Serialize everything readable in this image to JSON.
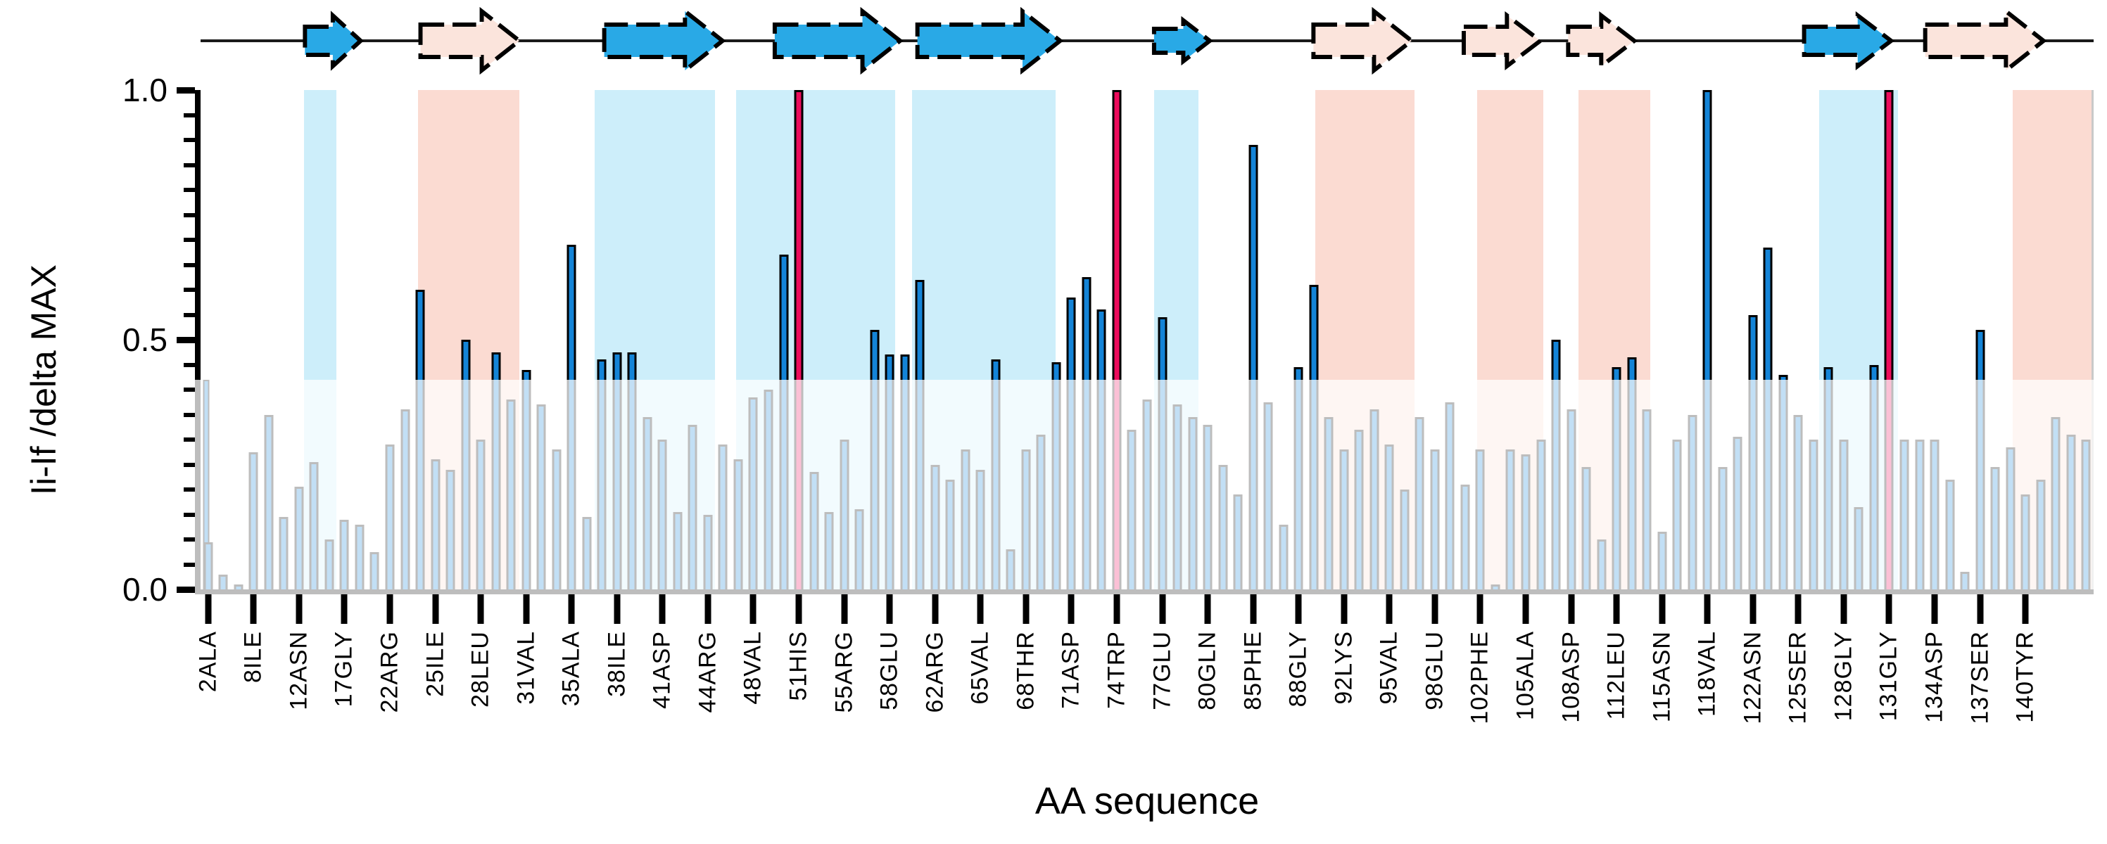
{
  "figure": {
    "y_axis_title": "Ii-If /delta MAX",
    "x_axis_title": "AA sequence",
    "y_tick_labels": [
      "0.0",
      "0.5",
      "1.0"
    ],
    "y_minor_step": 0.05
  },
  "colors": {
    "bar_blue": "#1484D7",
    "bar_crimson": "#ED0C5C",
    "bar_outline": "#000000",
    "band_blue": "#CDEEFA",
    "band_pink": "#FBDBD2",
    "arrow_blue": "#29A9E6",
    "arrow_pink": "#FBE4DC",
    "arrow_outline": "#000000",
    "muted_overlay": "rgba(255,255,255,0.74)"
  },
  "chart_data": {
    "type": "bar",
    "title": "",
    "xlabel": "AA sequence",
    "ylabel": "Ii-If /delta MAX",
    "ylim": [
      0,
      1
    ],
    "y_major_ticks": [
      0.0,
      0.5,
      1.0
    ],
    "highlight_threshold": 0.42,
    "tick_every_n_bars": 3,
    "tick_labels": [
      "2ALA",
      "8ILE",
      "12ASN",
      "17GLY",
      "22ARG",
      "25ILE",
      "28LEU",
      "31VAL",
      "35ALA",
      "38ILE",
      "41ASP",
      "44ARG",
      "48VAL",
      "51HIS",
      "55ARG",
      "58GLU",
      "62ARG",
      "65VAL",
      "68THR",
      "71ASP",
      "74TRP",
      "77GLU",
      "80GLN",
      "85PHE",
      "88GLY",
      "92LYS",
      "95VAL",
      "98GLU",
      "102PHE",
      "105ALA",
      "108ASP",
      "112LEU",
      "115ASN",
      "118VAL",
      "122ASN",
      "125SER",
      "128GLY",
      "131GLY",
      "134ASP",
      "137SER",
      "140TYR"
    ],
    "axis_hugging_first_bar": 0.42,
    "values": [
      0.095,
      0.03,
      0.01,
      0.275,
      0.35,
      0.145,
      0.205,
      0.255,
      0.1,
      0.14,
      0.13,
      0.075,
      0.29,
      0.36,
      0.6,
      0.26,
      0.24,
      0.5,
      0.3,
      0.475,
      0.38,
      0.44,
      0.37,
      0.28,
      0.69,
      0.145,
      0.46,
      0.475,
      0.475,
      0.345,
      0.3,
      0.155,
      0.33,
      0.15,
      0.29,
      0.26,
      0.385,
      0.4,
      0.67,
      1.0,
      0.235,
      0.155,
      0.3,
      0.16,
      0.52,
      0.47,
      0.47,
      0.62,
      0.25,
      0.22,
      0.28,
      0.24,
      0.46,
      0.08,
      0.28,
      0.31,
      0.455,
      0.585,
      0.625,
      0.56,
      1.0,
      0.32,
      0.38,
      0.545,
      0.37,
      0.345,
      0.33,
      0.25,
      0.19,
      0.89,
      0.375,
      0.13,
      0.445,
      0.61,
      0.345,
      0.28,
      0.32,
      0.36,
      0.29,
      0.2,
      0.345,
      0.28,
      0.375,
      0.21,
      0.28,
      0.01,
      0.28,
      0.27,
      0.3,
      0.5,
      0.36,
      0.245,
      0.1,
      0.445,
      0.465,
      0.36,
      0.115,
      0.3,
      0.35,
      1.0,
      0.245,
      0.305,
      0.55,
      0.685,
      0.43,
      0.35,
      0.3,
      0.445,
      0.3,
      0.165,
      0.45,
      1.0,
      0.3,
      0.3,
      0.3,
      0.22,
      0.035,
      0.52,
      0.245,
      0.285,
      0.19,
      0.22,
      0.345,
      0.31,
      0.3
    ],
    "crimson_bar_indices": [
      39,
      60,
      111
    ],
    "crimson_bar_labels": [
      "51HIS",
      "74TRP",
      "131GLY"
    ],
    "structure_bands": [
      {
        "type": "blue",
        "x1": 432,
        "x2": 478
      },
      {
        "type": "pink",
        "x1": 594,
        "x2": 738
      },
      {
        "type": "blue",
        "x1": 845,
        "x2": 1016
      },
      {
        "type": "blue",
        "x1": 1046,
        "x2": 1272
      },
      {
        "type": "blue",
        "x1": 1296,
        "x2": 1500
      },
      {
        "type": "blue",
        "x1": 1640,
        "x2": 1703
      },
      {
        "type": "pink",
        "x1": 1869,
        "x2": 2010
      },
      {
        "type": "pink",
        "x1": 2099,
        "x2": 2193
      },
      {
        "type": "pink",
        "x1": 2243,
        "x2": 2345
      },
      {
        "type": "blue",
        "x1": 2585,
        "x2": 2697
      },
      {
        "type": "pink",
        "x1": 2860,
        "x2": 2975
      }
    ],
    "arrows": [
      {
        "color": "blue",
        "x1": 420,
        "x2": 500,
        "size": "med"
      },
      {
        "color": "pink",
        "x1": 586,
        "x2": 728,
        "size": "big"
      },
      {
        "color": "blue",
        "x1": 850,
        "x2": 1020,
        "size": "big"
      },
      {
        "color": "blue",
        "x1": 1095,
        "x2": 1275,
        "size": "big"
      },
      {
        "color": "blue",
        "x1": 1300,
        "x2": 1505,
        "size": "big"
      },
      {
        "color": "blue",
        "x1": 1640,
        "x2": 1720,
        "size": "small"
      },
      {
        "color": "pink",
        "x1": 1869,
        "x2": 2010,
        "size": "big"
      },
      {
        "color": "pink",
        "x1": 2085,
        "x2": 2195,
        "size": "med"
      },
      {
        "color": "pink",
        "x1": 2235,
        "x2": 2330,
        "size": "med"
      },
      {
        "color": "blue",
        "x1": 2574,
        "x2": 2699,
        "size": "med"
      },
      {
        "color": "pink",
        "x1": 2748,
        "x2": 2918,
        "size": "big"
      }
    ]
  }
}
